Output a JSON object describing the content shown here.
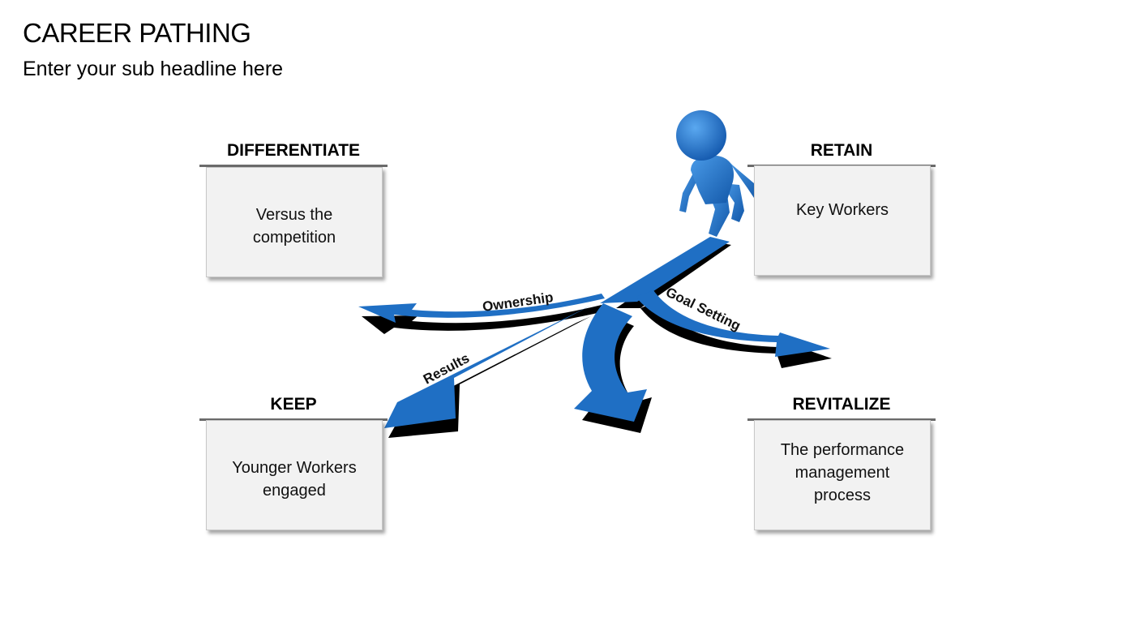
{
  "header": {
    "title": "CAREER PATHING",
    "subtitle": "Enter your sub headline here"
  },
  "cards": [
    {
      "heading": "DIFFERENTIATE",
      "text": "Versus the\ncompetition"
    },
    {
      "heading": "RETAIN",
      "text": "Key Workers"
    },
    {
      "heading": "KEEP",
      "text": "Younger Workers\nengaged"
    },
    {
      "heading": "REVITALIZE",
      "text": "The performance\nmanagement\nprocess"
    }
  ],
  "arrows": {
    "ownership": "Ownership",
    "goal_setting": "Goal Setting",
    "results": "Results"
  },
  "colors": {
    "arrow_blue": "#1f6fc4",
    "arrow_shadow": "#000000",
    "figure_blue": "#1e74cc"
  }
}
